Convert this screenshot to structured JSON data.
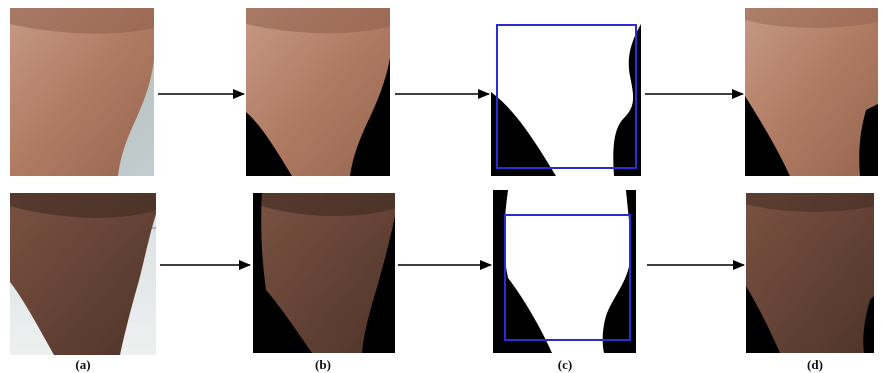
{
  "figure": {
    "labels": [
      "(a)",
      "(b)",
      "(c)",
      "(d)"
    ],
    "colors": {
      "skin_light": "#b98a74",
      "skin_mid": "#a7735c",
      "skin_dark": "#6f4a3c",
      "skin_dark_deep": "#56392f",
      "background_gray": "#b9c2c6",
      "tile_gray": "#cfd5d6",
      "mask_black": "#000000",
      "mask_white": "#ffffff",
      "bbox_blue": "#2b2bd8",
      "arrow": "#000000"
    }
  }
}
